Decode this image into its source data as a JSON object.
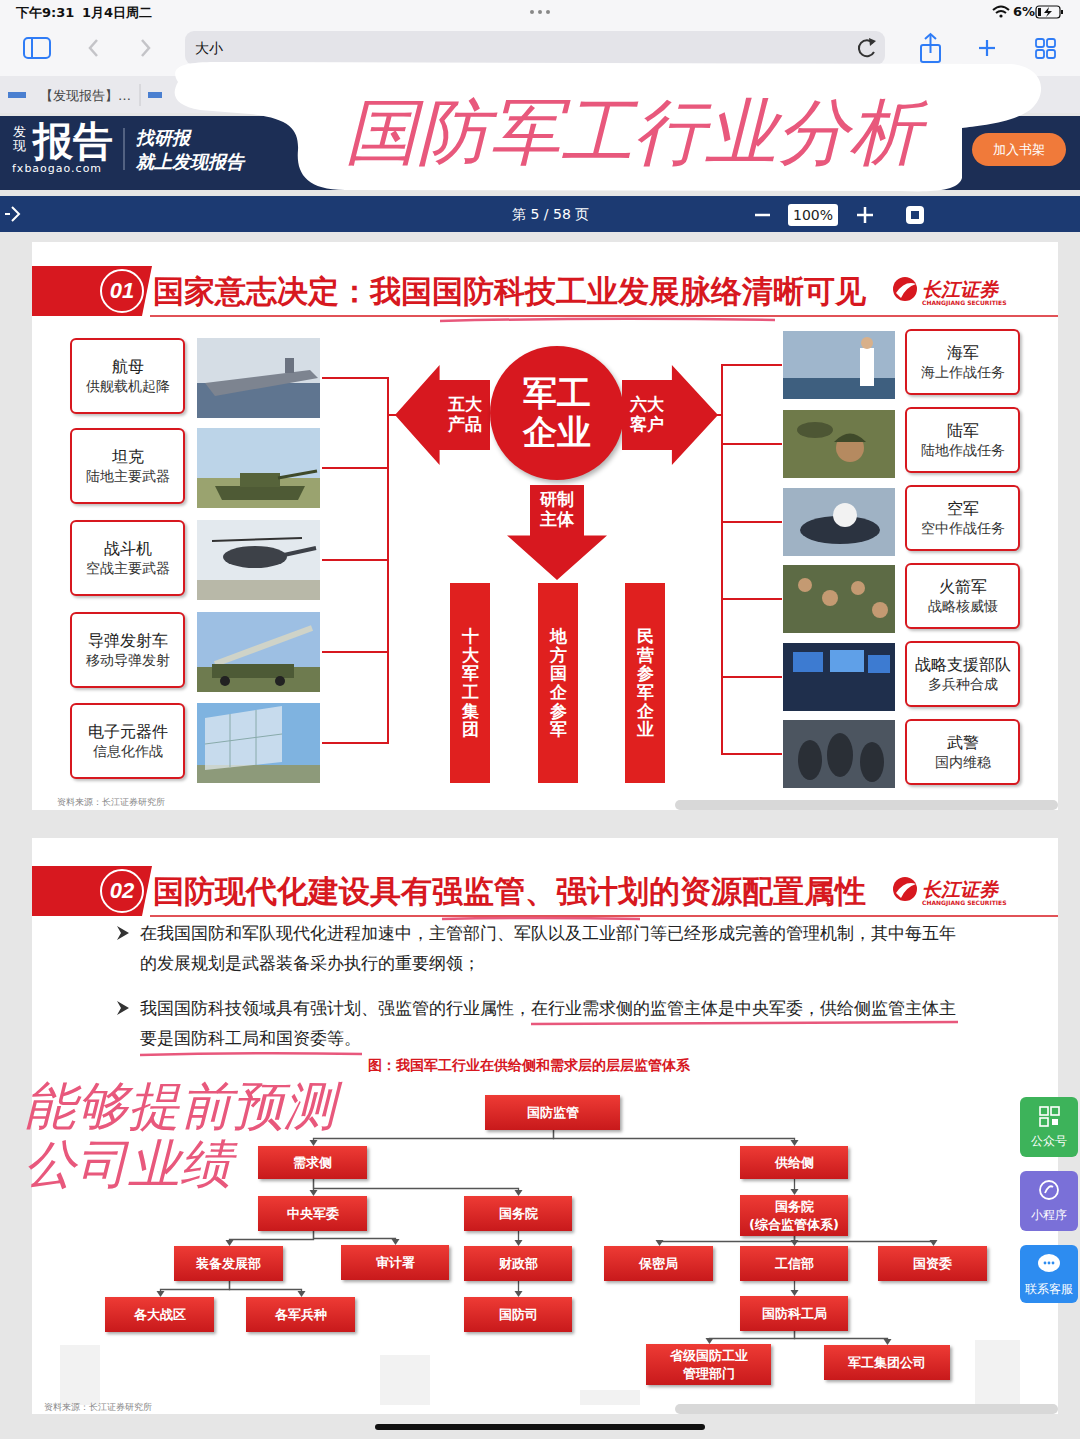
{
  "diagram": {
    "title": "国防军工行业分析",
    "caption": "图：我国军工行业在供给侧和需求层的层层监管体系",
    "nodes": [
      {
        "text": [
          "加入书架"
        ]
      },
      {
        "text": [
          "100%"
        ]
      },
      {
        "text": [
          "01"
        ]
      },
      {
        "text": [
          "航母",
          "供舰载机起降"
        ]
      },
      {
        "text": [
          "坦克",
          "陆地主要武器"
        ]
      },
      {
        "text": [
          "战斗机",
          "空战主要武器"
        ]
      },
      {
        "text": [
          "导弹发射车",
          "移动导弹发射"
        ]
      },
      {
        "text": [
          "电子元器件",
          "信息化作战"
        ]
      },
      {
        "text": [
          "五大 产品"
        ]
      },
      {
        "text": [
          "军工 企业"
        ]
      },
      {
        "text": [
          "六大 客户"
        ]
      },
      {
        "text": [
          "研制 主体"
        ]
      },
      {
        "text": [
          "十大军工集团"
        ]
      },
      {
        "text": [
          "地方国企参军"
        ]
      },
      {
        "text": [
          "民营参军企业"
        ]
      },
      {
        "text": [
          "海军",
          "海上作战任务"
        ]
      },
      {
        "text": [
          "陆军",
          "陆地作战任务"
        ]
      },
      {
        "text": [
          "空军",
          "空中作战任务"
        ]
      },
      {
        "text": [
          "火箭军",
          "战略核威慑"
        ]
      },
      {
        "text": [
          "战略支援部队",
          "多兵种合成"
        ]
      },
      {
        "text": [
          "武警",
          "国内维稳"
        ]
      },
      {
        "text": [
          "02"
        ]
      },
      {
        "text": [
          "国防监管"
        ]
      },
      {
        "text": [
          "需求侧"
        ]
      },
      {
        "text": [
          "供给侧"
        ]
      },
      {
        "text": [
          "中央军委"
        ]
      },
      {
        "text": [
          "国务院"
        ]
      },
      {
        "text": [
          "国务院 (综合监管体系)"
        ]
      },
      {
        "text": [
          "装备发展部"
        ]
      },
      {
        "text": [
          "审计署"
        ]
      },
      {
        "text": [
          "财政部"
        ]
      },
      {
        "text": [
          "保密局"
        ]
      },
      {
        "text": [
          "工信部"
        ]
      },
      {
        "text": [
          "国资委"
        ]
      },
      {
        "text": [
          "各大战区"
        ]
      },
      {
        "text": [
          "各军兵种"
        ]
      },
      {
        "text": [
          "国防司"
        ]
      },
      {
        "text": [
          "国防科工局"
        ]
      },
      {
        "text": [
          "省级国防工业 管理部门"
        ]
      },
      {
        "text": [
          "军工集团公司"
        ]
      },
      {
        "text": [
          "公众号"
        ]
      },
      {
        "text": [
          "小程序"
        ]
      },
      {
        "text": [
          "联系客服"
        ]
      }
    ],
    "edges": [
      {
        "from": 22,
        "to": 23,
        "arrow": "to"
      },
      {
        "from": 22,
        "to": 24,
        "arrow": "to"
      },
      {
        "from": 23,
        "to": 25,
        "arrow": "to"
      },
      {
        "from": 23,
        "to": 26,
        "arrow": "to"
      },
      {
        "from": 25,
        "to": 28,
        "arrow": "to"
      },
      {
        "from": 25,
        "to": 29,
        "arrow": "to"
      },
      {
        "from": 28,
        "to": 34,
        "arrow": "to"
      },
      {
        "from": 28,
        "to": 35,
        "arrow": "to"
      },
      {
        "from": 26,
        "to": 30,
        "arrow": "to"
      },
      {
        "from": 30,
        "to": 36,
        "arrow": "to"
      },
      {
        "from": 24,
        "to": 27,
        "arrow": "to"
      },
      {
        "from": 27,
        "to": 31,
        "arrow": "to"
      },
      {
        "from": 27,
        "to": 32,
        "arrow": "to"
      },
      {
        "from": 27,
        "to": 33,
        "arrow": "to"
      },
      {
        "from": 32,
        "to": 37,
        "arrow": "to"
      },
      {
        "from": 37,
        "to": 38,
        "arrow": "to"
      },
      {
        "from": 37,
        "to": 39,
        "arrow": "to"
      }
    ],
    "labels": [
      "下午9:31",
      "1月4日周二",
      "6%",
      "大小",
      "【发现报告】…",
      "发现",
      "报告",
      "fxbaogao.com",
      "找研报",
      "就上发现报告",
      "第 5 / 58 页",
      "国家意志决定：我国国防科技工业发展脉络清晰可见",
      "长江证券",
      "CHANGJIANG SECURITIES",
      "资料来源：长江证券研究所",
      "国防现代化建设具有强监管、强计划的资源配置属性",
      "长江证券",
      "CHANGJIANG SECURITIES",
      "在我国国防和军队现代化进程加速中，主管部门、军队以及工业部门等已经形成完善的管理机制，其中每五年的发展规划是武器装备采办执行的重要纲领；",
      "我国国防科技领域具有强计划、强监管的行业属性，在行业需求侧的监管主体是中央军委，供给侧监管主体主要是国防科工局和国资委等。",
      "资料来源：长江证券研究所",
      "能够提前预测 公司业绩"
    ]
  }
}
